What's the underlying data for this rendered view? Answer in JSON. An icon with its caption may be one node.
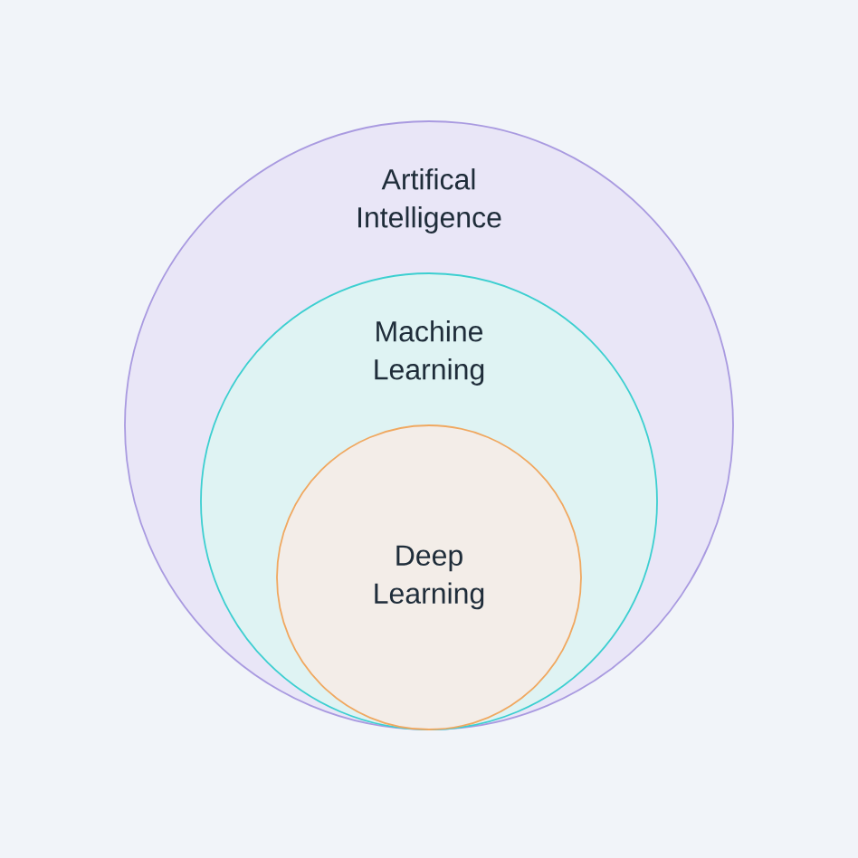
{
  "diagram": {
    "nodes": [
      {
        "text": [
          "Artifical Intelligence"
        ]
      },
      {
        "text": [
          "Machine Learning"
        ],
        "in": 0
      },
      {
        "text": [
          "Deep Learning"
        ],
        "in": 1
      }
    ]
  }
}
